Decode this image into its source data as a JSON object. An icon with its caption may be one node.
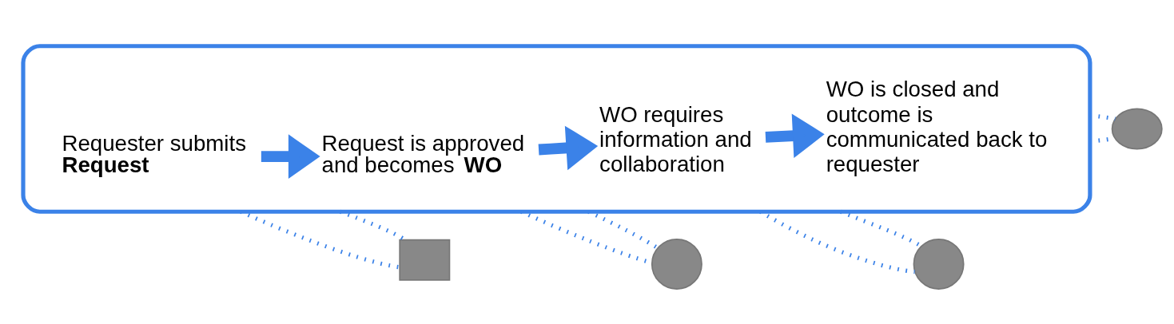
{
  "diagram": {
    "nodes": [
      {
        "text": [],
        "shape": "box"
      },
      {
        "text": [
          "Requester submits **Request**"
        ],
        "in": 0
      },
      {
        "text": [
          "Request is approved and becomes **WO**"
        ],
        "in": 0
      },
      {
        "text": [
          "WO requires information and collaboration"
        ],
        "in": 0
      },
      {
        "text": [
          "WO is closed and outcome is communicated back to requester"
        ],
        "in": 0
      },
      {
        "text": [],
        "shape": "envelope"
      },
      {
        "text": [],
        "shape": "clock"
      },
      {
        "text": [],
        "shape": "phone"
      },
      {
        "text": [],
        "shape": "chat"
      }
    ],
    "edges": [
      {
        "from": 1,
        "to": 2,
        "arrow": "to",
        "style": "thick"
      },
      {
        "from": 2,
        "to": 3,
        "arrow": "to",
        "style": "thick"
      },
      {
        "from": 3,
        "to": 4,
        "arrow": "to",
        "style": "thick"
      },
      {
        "from": 0,
        "to": 5,
        "arrow": "none",
        "style": "dashed"
      },
      {
        "from": 0,
        "to": 5,
        "arrow": "none",
        "style": "dashed"
      },
      {
        "from": 0,
        "to": 6,
        "arrow": "none",
        "style": "dashed"
      },
      {
        "from": 0,
        "to": 6,
        "arrow": "none",
        "style": "dashed"
      },
      {
        "from": 0,
        "to": 7,
        "arrow": "none",
        "style": "dashed"
      },
      {
        "from": 0,
        "to": 7,
        "arrow": "none",
        "style": "dashed"
      },
      {
        "from": 0,
        "to": 8,
        "arrow": "none",
        "style": "dashed"
      },
      {
        "from": 0,
        "to": 8,
        "arrow": "none",
        "style": "dashed"
      }
    ]
  }
}
